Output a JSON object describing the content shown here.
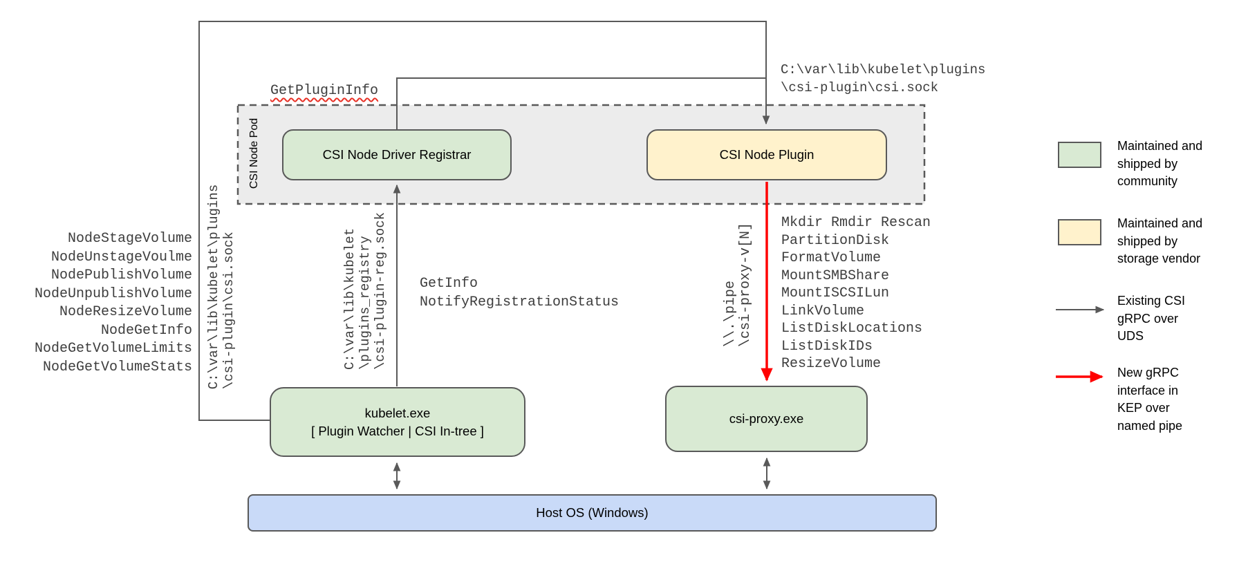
{
  "colors": {
    "community_green": "#d9ead3",
    "vendor_yellow": "#fff2cc",
    "host_blue": "#c9daf8",
    "pod_gray": "#ececec",
    "line_gray": "#595959",
    "arrow_red": "#ff0000"
  },
  "pod": {
    "label": "CSI Node Pod"
  },
  "nodes": {
    "registrar": "CSI Node Driver Registrar",
    "plugin": "CSI Node Plugin",
    "kubelet_line1": "kubelet.exe",
    "kubelet_line2": "[ Plugin Watcher | CSI In-tree ]",
    "csi_proxy": "csi-proxy.exe",
    "host_os": "Host OS (Windows)"
  },
  "edge_labels": {
    "get_plugin_info": "GetPluginInfo",
    "csi_sock_path_top": "C:\\var\\lib\\kubelet\\plugins\n\\csi-plugin\\csi.sock",
    "csi_sock_path_side": "C:\\var\\lib\\kubelet\\plugins\n\\csi-plugin\\csi.sock",
    "registration_sock_path": "C:\\var\\lib\\kubelet\n\\plugins_registry\n\\csi-plugin-reg.sock",
    "registration_calls": "GetInfo\nNotifyRegistrationStatus",
    "named_pipe": "\\\\.\\pipe\n\\csi-proxy-v[N]"
  },
  "node_methods": [
    "NodeStageVolume",
    "NodeUnstageVoulme",
    "NodePublishVolume",
    "NodeUnpublishVolume",
    "NodeResizeVolume",
    "NodeGetInfo",
    "NodeGetVolumeLimits",
    "NodeGetVolumeStats"
  ],
  "proxy_commands": [
    "Mkdir Rmdir Rescan",
    "PartitionDisk",
    "FormatVolume",
    "MountSMBShare",
    "MountISCSILun",
    "LinkVolume",
    "ListDiskLocations",
    "ListDiskIDs",
    "ResizeVolume"
  ],
  "legend": [
    {
      "key": "community",
      "text": "Maintained and\nshipped by\ncommunity"
    },
    {
      "key": "vendor",
      "text": "Maintained and\nshipped by\nstorage vendor"
    },
    {
      "key": "existing_grpc",
      "text": "Existing CSI\ngRPC over\nUDS"
    },
    {
      "key": "new_grpc",
      "text": "New gRPC\ninterface in\nKEP over\nnamed pipe"
    }
  ]
}
